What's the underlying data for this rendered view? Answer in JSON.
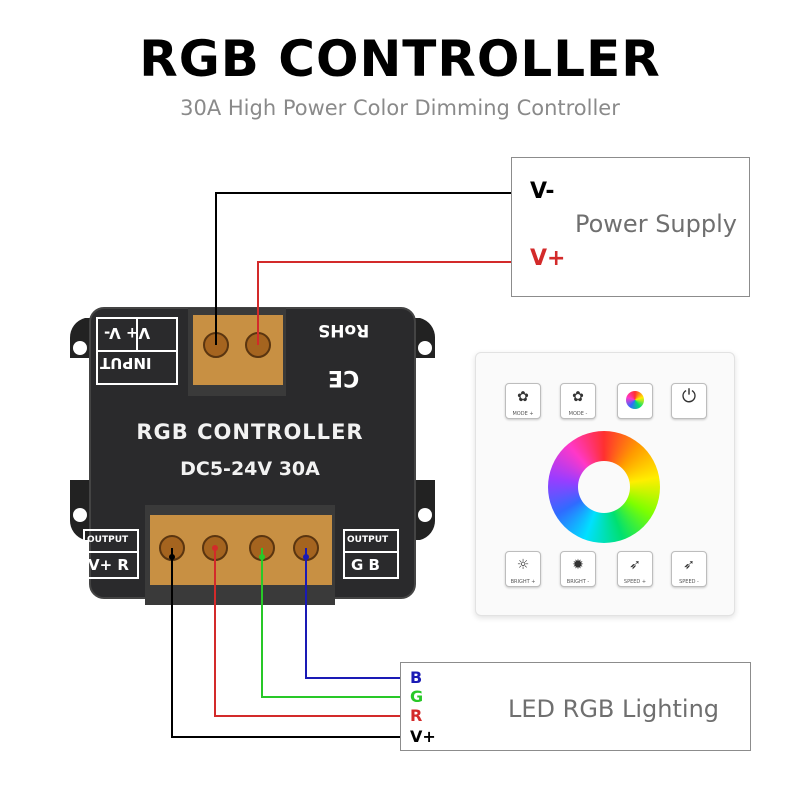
{
  "title": "RGB CONTROLLER",
  "subtitle": "30A High Power Color Dimming Controller",
  "power_supply": {
    "label": "Power Supply",
    "neg": "V-",
    "pos": "V+"
  },
  "led": {
    "label": "LED RGB Lighting",
    "b": "B",
    "g": "G",
    "r": "R",
    "vplus": "V+"
  },
  "controller": {
    "title": "RGB CONTROLLER",
    "spec": "DC5-24V   30A",
    "input_label": "INPUT",
    "input_terms": "V+ V-",
    "rohs": "RoHS",
    "ce": "CE",
    "output_left": "OUTPUT",
    "output_left_terms": "V+ R",
    "output_right": "OUTPUT",
    "output_right_terms": "G B"
  },
  "remote": {
    "top_buttons": [
      {
        "icon": "mode-plus-icon",
        "label": "MODE +"
      },
      {
        "icon": "mode-minus-icon",
        "label": "MODE -"
      },
      {
        "icon": "color-w-icon",
        "label": ""
      },
      {
        "icon": "power-icon",
        "label": ""
      }
    ],
    "bottom_buttons": [
      {
        "icon": "bright-plus-icon",
        "label": "BRIGHT +"
      },
      {
        "icon": "bright-minus-icon",
        "label": "BRIGHT -"
      },
      {
        "icon": "speed-plus-icon",
        "label": "SPEED +"
      },
      {
        "icon": "speed-minus-icon",
        "label": "SPEED -"
      }
    ]
  },
  "colors": {
    "black_wire": "#000000",
    "red_wire": "#d32a2a",
    "green_wire": "#28c828",
    "blue_wire": "#1a1ab5"
  }
}
